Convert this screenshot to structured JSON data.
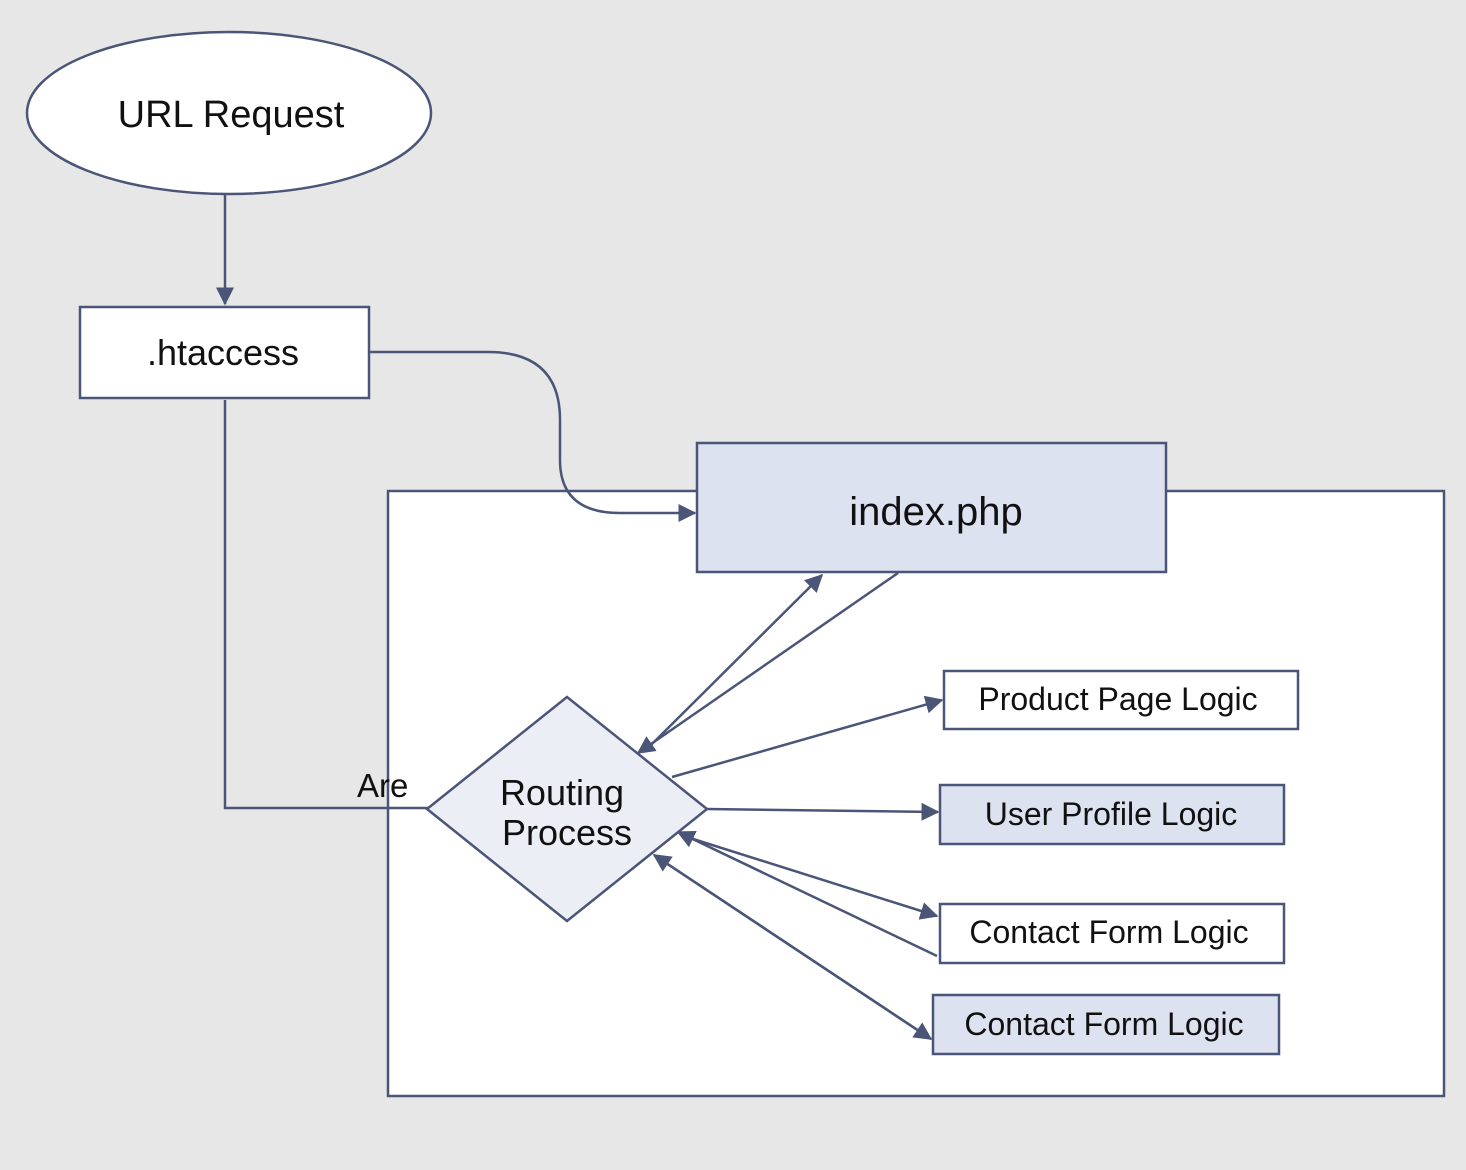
{
  "nodes": {
    "url_request": "URL Request",
    "htaccess": ".htaccess",
    "index_php": "index.php",
    "routing_process": [
      "Routing",
      "Process"
    ],
    "product_page_logic": "Product Page Logic",
    "user_profile_logic": "User Profile Logic",
    "contact_form_logic_1": "Contact Form Logic",
    "contact_form_logic_2": "Contact Form Logic"
  },
  "edge_labels": {
    "htaccess_to_routing": "Are"
  },
  "colors": {
    "background": "#e7e7e8",
    "stroke": "#4b5578",
    "white_fill": "#ffffff",
    "tinted_fill": "#dde2f0"
  }
}
